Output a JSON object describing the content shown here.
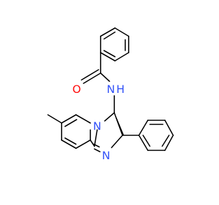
{
  "molecule": {
    "atoms": {
      "O": {
        "text": "O",
        "color": "#ff0d0d"
      },
      "N_amide": {
        "text": "N",
        "color": "#3050f8"
      },
      "H_amide": {
        "text": "H",
        "color": "#3050f8"
      },
      "N_bridge": {
        "text": "N",
        "color": "#3050f8"
      },
      "N_ring": {
        "text": "N",
        "color": "#3050f8"
      }
    },
    "bond_color": "#000000",
    "background": "#ffffff"
  }
}
